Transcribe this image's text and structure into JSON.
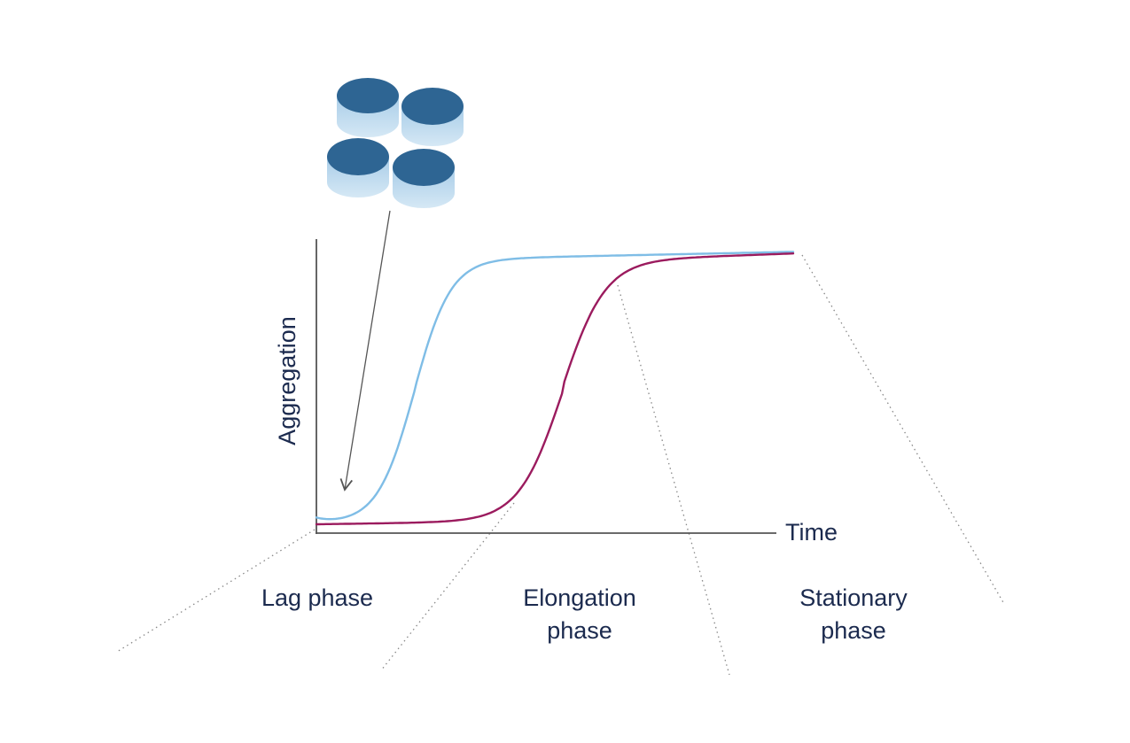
{
  "axes": {
    "x_label": "Time",
    "y_label": "Aggregation"
  },
  "phases": [
    {
      "id": "lag",
      "lines": [
        "Lag phase"
      ]
    },
    {
      "id": "elongation",
      "lines": [
        "Elongation",
        "phase"
      ]
    },
    {
      "id": "stationary",
      "lines": [
        "Stationary",
        "phase"
      ]
    }
  ],
  "icons": {
    "oligomer_cluster": "oligomer-cylinders-icon",
    "oligomer_count": 4
  },
  "colors": {
    "text": "#1b2a4e",
    "axis": "#555555",
    "curve_light_blue": "#7fbde6",
    "curve_magenta": "#9b1b5e",
    "disk_top": "#2e6593",
    "disk_side": "#b8d7ec",
    "divider": "#888888"
  },
  "curves": [
    {
      "id": "fast",
      "color_key": "curve_light_blue",
      "lag_end": 0.17,
      "plateau": 0.95
    },
    {
      "id": "slow",
      "color_key": "curve_magenta",
      "lag_end": 0.48,
      "plateau": 0.92
    }
  ]
}
